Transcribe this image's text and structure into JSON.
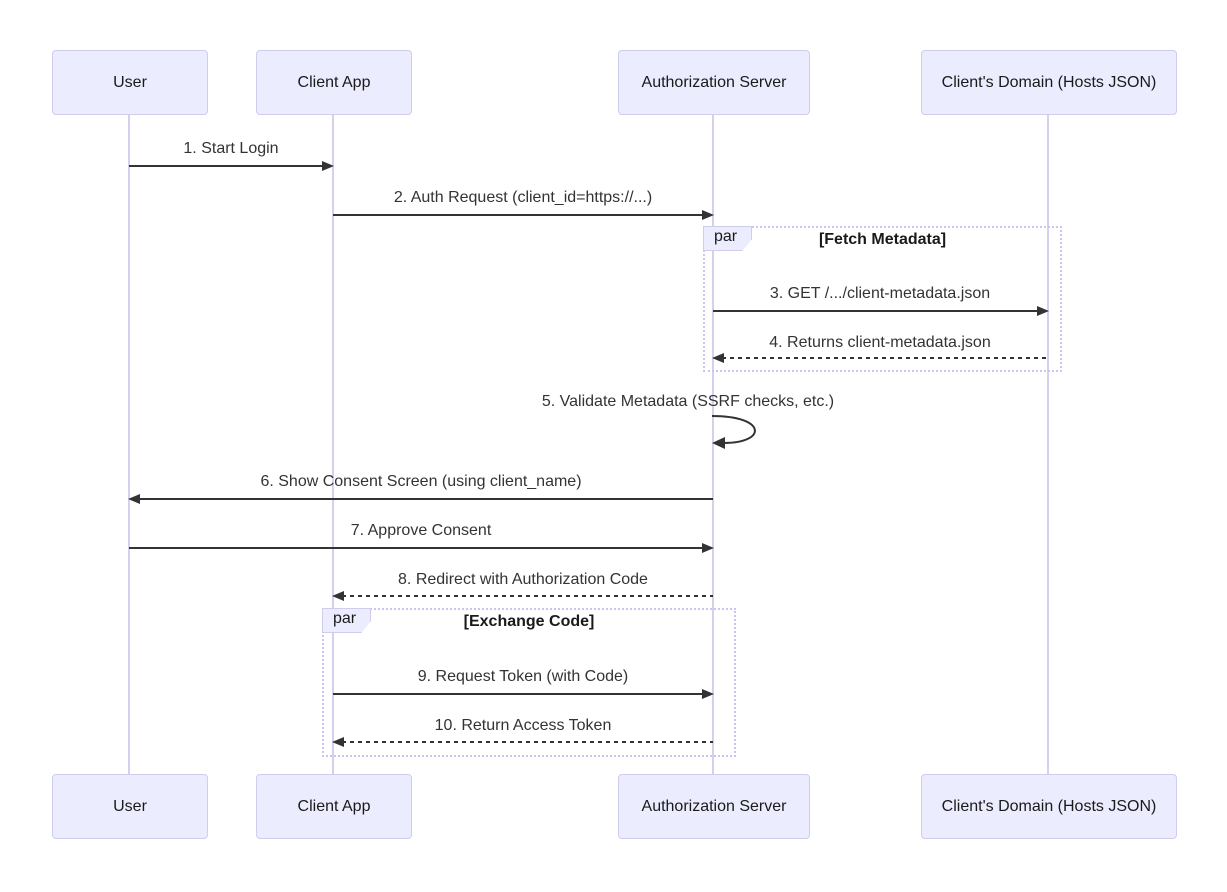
{
  "diagram": {
    "type": "sequence-diagram",
    "actors": [
      {
        "name": "User"
      },
      {
        "name": "Client App"
      },
      {
        "name": "Authorization Server"
      },
      {
        "name": "Client's Domain (Hosts JSON)"
      }
    ],
    "messages": [
      {
        "label": "1. Start Login",
        "from": "User",
        "to": "Client App",
        "line": "solid"
      },
      {
        "label": "2. Auth Request (client_id=https://...)",
        "from": "Client App",
        "to": "Authorization Server",
        "line": "solid"
      },
      {
        "label": "3. GET /.../client-metadata.json",
        "from": "Authorization Server",
        "to": "Client's Domain (Hosts JSON)",
        "line": "solid"
      },
      {
        "label": "4. Returns client-metadata.json",
        "from": "Client's Domain (Hosts JSON)",
        "to": "Authorization Server",
        "line": "dashed"
      },
      {
        "label": "5. Validate Metadata (SSRF checks, etc.)",
        "from": "Authorization Server",
        "to": "Authorization Server",
        "line": "self"
      },
      {
        "label": "6. Show Consent Screen (using client_name)",
        "from": "Authorization Server",
        "to": "User",
        "line": "solid"
      },
      {
        "label": "7. Approve Consent",
        "from": "User",
        "to": "Authorization Server",
        "line": "solid"
      },
      {
        "label": "8. Redirect with Authorization Code",
        "from": "Authorization Server",
        "to": "Client App",
        "line": "dashed"
      },
      {
        "label": "9. Request Token (with Code)",
        "from": "Client App",
        "to": "Authorization Server",
        "line": "solid"
      },
      {
        "label": "10. Return Access Token",
        "from": "Authorization Server",
        "to": "Client App",
        "line": "dashed"
      }
    ],
    "par_blocks": [
      {
        "label": "par",
        "title": "[Fetch Metadata]"
      },
      {
        "label": "par",
        "title": "[Exchange Code]"
      }
    ],
    "colors": {
      "actor_fill": "#ECECFF",
      "actor_border": "#CFCCEE",
      "lifeline": "#D5D0EC",
      "arrow": "#333333",
      "par_border": "#C9C5F0",
      "text": "#1A1A1A",
      "message_text": "#333333"
    }
  }
}
